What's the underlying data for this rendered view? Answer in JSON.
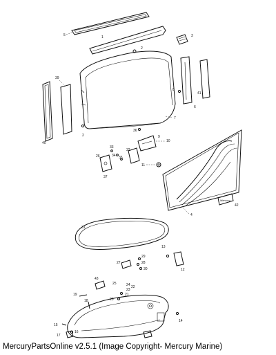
{
  "caption": "MercuryPartsOnline v2.5.1 (Image Copyright- Mercury Marine)",
  "decal_brand": "Mercury",
  "callouts": {
    "c5": "5",
    "c1": "1",
    "c3": "3",
    "c2": "2",
    "c39": "39",
    "c40": "40",
    "c41": "41",
    "c6": "6",
    "c8": "8",
    "c7": "7",
    "c36": "36",
    "c9": "9",
    "c10": "10",
    "c26": "26",
    "c33": "33",
    "c34": "34",
    "c35": "35",
    "c32": "32",
    "c11": "11",
    "c37": "37",
    "c4": "4",
    "c42": "42",
    "c31": "31",
    "c13": "13",
    "c12": "12",
    "c29": "29",
    "c28": "28",
    "c27": "27",
    "c30": "30",
    "c43": "43",
    "c24": "24",
    "c23": "23",
    "c22": "22",
    "c21": "21",
    "c20": "20",
    "c19": "19",
    "c18": "18",
    "c25": "25",
    "c14": "14",
    "c15": "15",
    "c16": "16",
    "c17": "17"
  }
}
